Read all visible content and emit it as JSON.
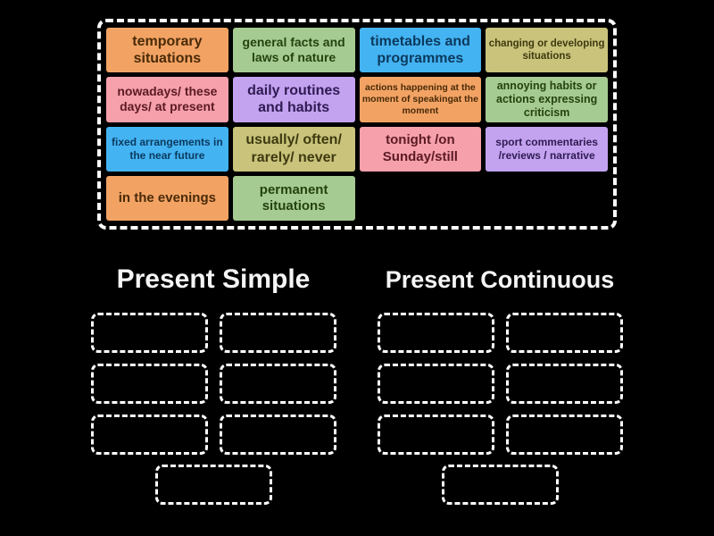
{
  "colors": {
    "background": "#000000",
    "heading_text": "#f5f5f5",
    "pool_border": "#ffffff",
    "slot_border": "#ffffff",
    "orange": {
      "bg": "#f2a364",
      "text": "#4a2a08"
    },
    "green": {
      "bg": "#a6cb92",
      "text": "#24420f"
    },
    "blue": {
      "bg": "#44b3f2",
      "text": "#0b3a5e"
    },
    "khaki": {
      "bg": "#c9c37b",
      "text": "#3e3a10"
    },
    "pink": {
      "bg": "#f5a0ab",
      "text": "#5c1a24"
    },
    "purple": {
      "bg": "#c3a2f0",
      "text": "#2f1b52"
    }
  },
  "pool": {
    "tiles": [
      {
        "label": "temporary situations",
        "color": "orange"
      },
      {
        "label": "general facts and laws of nature",
        "color": "green"
      },
      {
        "label": "timetables and programmes",
        "color": "blue"
      },
      {
        "label": "changing or developing situations",
        "color": "khaki"
      },
      {
        "label": "nowadays/ these days/ at present",
        "color": "pink"
      },
      {
        "label": "daily routines and habits",
        "color": "purple"
      },
      {
        "label": "actions happening at the moment of speakingat the moment",
        "color": "orange"
      },
      {
        "label": "annoying habits or actions expressing criticism",
        "color": "green"
      },
      {
        "label": "fixed arrangements in the near future",
        "color": "blue"
      },
      {
        "label": "usually/ often/ rarely/ never",
        "color": "khaki"
      },
      {
        "label": "tonight /on Sunday/still",
        "color": "pink"
      },
      {
        "label": "sport commentaries /reviews / narrative",
        "color": "purple"
      },
      {
        "label": "in the evenings",
        "color": "orange"
      },
      {
        "label": "permanent situations",
        "color": "green"
      }
    ]
  },
  "groups": [
    {
      "title": "Present Simple",
      "slot_count": 7
    },
    {
      "title": "Present Continuous",
      "slot_count": 7
    }
  ]
}
